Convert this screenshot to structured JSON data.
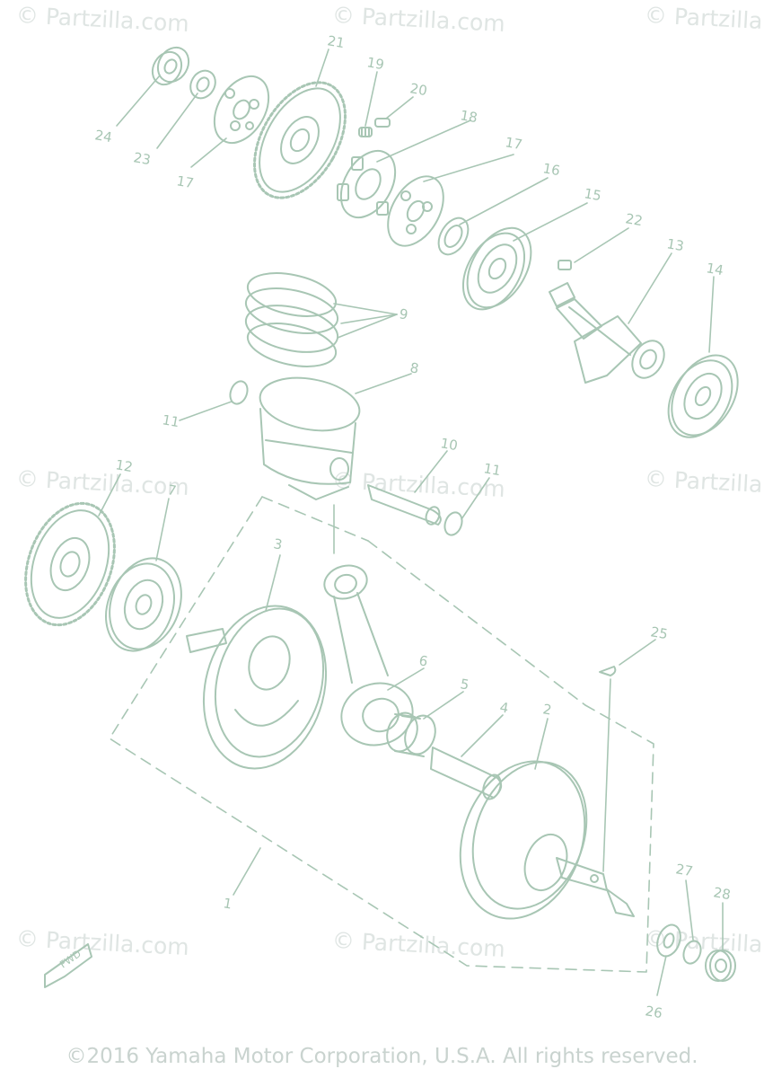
{
  "watermark": "© Partzilla.com",
  "copyright": "©2016 Yamaha Motor Corporation, U.S.A. All rights reserved.",
  "fwd_label": "FWD",
  "part_numbers": {
    "p1": "1",
    "p2": "2",
    "p3": "3",
    "p4": "4",
    "p5": "5",
    "p6": "6",
    "p7": "7",
    "p8": "8",
    "p9": "9",
    "p10": "10",
    "p11a": "11",
    "p11b": "11",
    "p12": "12",
    "p13": "13",
    "p14": "14",
    "p15": "15",
    "p16": "16",
    "p17a": "17",
    "p17b": "17",
    "p18": "18",
    "p19": "19",
    "p20": "20",
    "p21": "21",
    "p22": "22",
    "p23": "23",
    "p24": "24",
    "p25": "25",
    "p26": "26",
    "p27": "27",
    "p28": "28"
  },
  "colors": {
    "line": "#a8c6b4",
    "watermark": "#dfe5e3",
    "copyright": "#c9d3cf"
  }
}
